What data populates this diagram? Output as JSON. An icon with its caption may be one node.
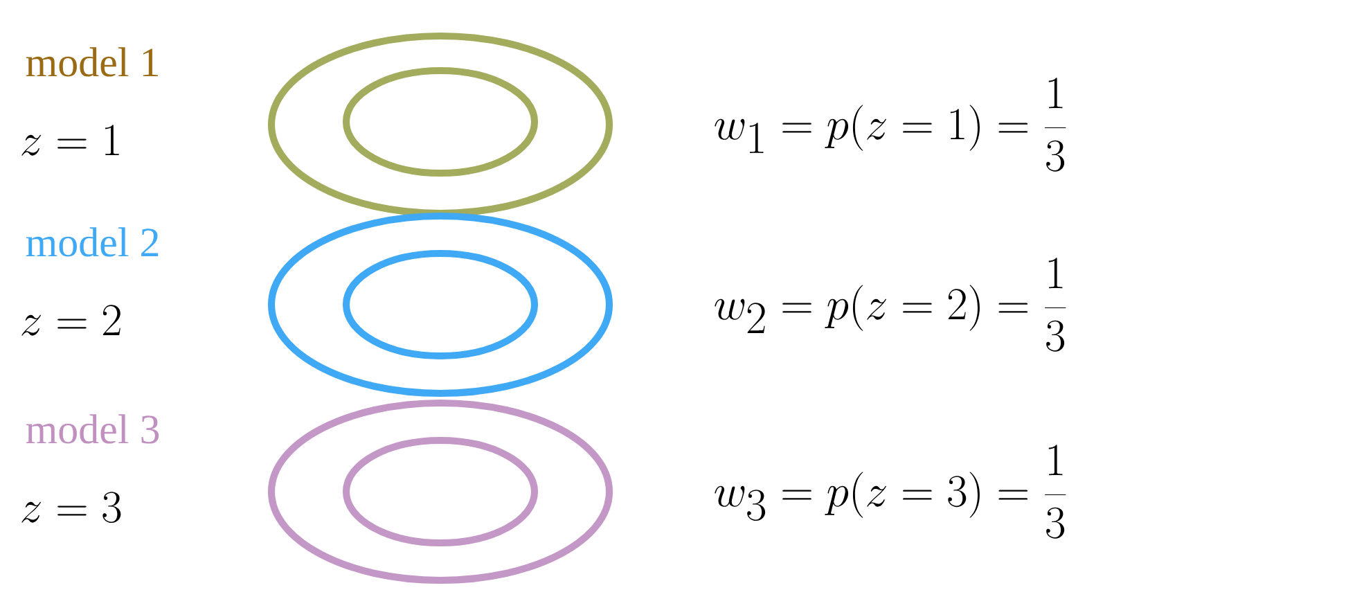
{
  "diagram": {
    "labels": [
      "model 1",
      "z = 1",
      "w_1 = p(z = 1) = \\frac{1}{3}",
      "model 2",
      "z = 2",
      "w_2 = p(z = 2) = \\frac{1}{3}",
      "model 3",
      "z = 3",
      "w_3 = p(z = 3) = \\frac{1}{3}"
    ]
  }
}
